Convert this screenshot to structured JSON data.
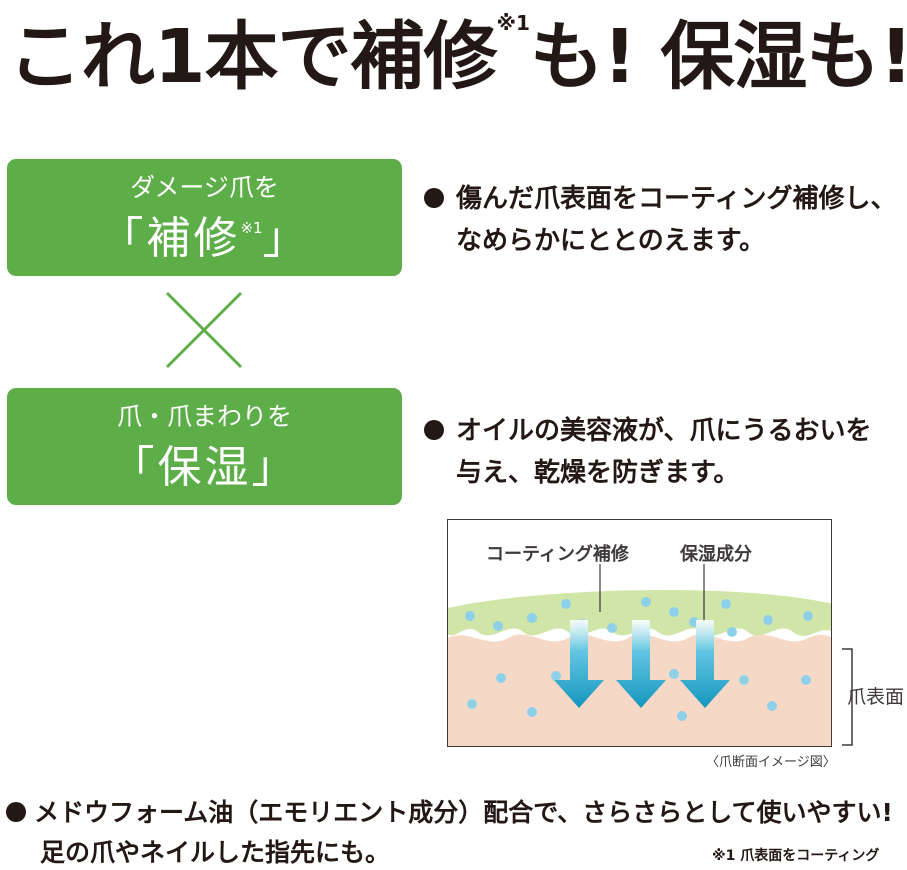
{
  "headline": {
    "part1": "これ1本で補修",
    "note_mark": "※1",
    "part2": "も! 保湿も!"
  },
  "box_repair": {
    "line1": "ダメージ爪を",
    "bracket_open": "「",
    "main": "補修",
    "note_mark": "※1",
    "bracket_close": "」"
  },
  "box_moisture": {
    "line1": "爪・爪まわりを",
    "main": "「保湿」"
  },
  "bullet_repair": {
    "line1": "傷んだ爪表面をコーティング補修し、",
    "line2": "なめらかにととのえます。"
  },
  "bullet_moisture": {
    "line1": "オイルの美容液が、爪にうるおいを",
    "line2": "与え、乾燥を防ぎます。"
  },
  "diagram": {
    "label_coating": "コーティング補修",
    "label_moisture": "保湿成分",
    "nail_label": "爪表面",
    "caption": "〈爪断面イメージ図〉",
    "colors": {
      "coating_layer": "#cfe6a8",
      "nail_layer": "#f5d9c6",
      "droplet": "#8ed0ea",
      "arrow": "#1aa3c9"
    }
  },
  "bottom": {
    "line1": "メドウフォーム油（エモリエント成分）配合で、さらさらとして使いやすい!",
    "line2": "足の爪やネイルした指先にも。",
    "footnote": "※1 爪表面をコーティング"
  },
  "colors": {
    "green": "#5dae49",
    "text": "#231815"
  }
}
